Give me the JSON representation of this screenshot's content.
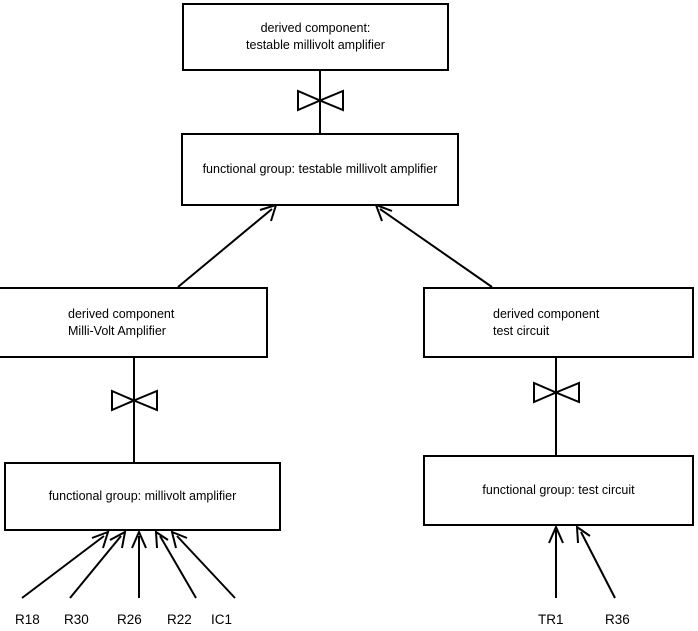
{
  "diagram": {
    "type": "component-hierarchy",
    "background_color": "#ffffff",
    "stroke_color": "#000000",
    "nodes": [
      {
        "id": "derived-testable-millivolt-amplifier",
        "kind": "derived component",
        "line1": "derived component:",
        "line2": "testable millivolt amplifier"
      },
      {
        "id": "functional-group-testable-millivolt-amplifier",
        "kind": "functional group",
        "line1": "functional group: testable millivolt amplifier",
        "line2": ""
      },
      {
        "id": "derived-milli-volt-amplifier",
        "kind": "derived component",
        "line1": "derived component",
        "line2": "Milli-Volt Amplifier"
      },
      {
        "id": "derived-test-circuit",
        "kind": "derived component",
        "line1": "derived component",
        "line2": "test circuit"
      },
      {
        "id": "functional-group-millivolt-amplifier",
        "kind": "functional group",
        "line1": "functional group: millivolt amplifier",
        "line2": ""
      },
      {
        "id": "functional-group-test-circuit",
        "kind": "functional group",
        "line1": "functional group: test circuit",
        "line2": ""
      }
    ],
    "leaf_labels_left": [
      {
        "id": "leaf-r18",
        "label": "R18"
      },
      {
        "id": "leaf-r30",
        "label": "R30"
      },
      {
        "id": "leaf-r26",
        "label": "R26"
      },
      {
        "id": "leaf-r22",
        "label": "R22"
      },
      {
        "id": "leaf-ic1",
        "label": "IC1"
      }
    ],
    "leaf_labels_right": [
      {
        "id": "leaf-tr1",
        "label": "TR1"
      },
      {
        "id": "leaf-r36",
        "label": "R36"
      }
    ],
    "connector_notes": {
      "bowtie": "realization connector (two triangles meeting at a point) on vertical line",
      "arrow": "open arrowhead pointing toward parent node"
    }
  }
}
